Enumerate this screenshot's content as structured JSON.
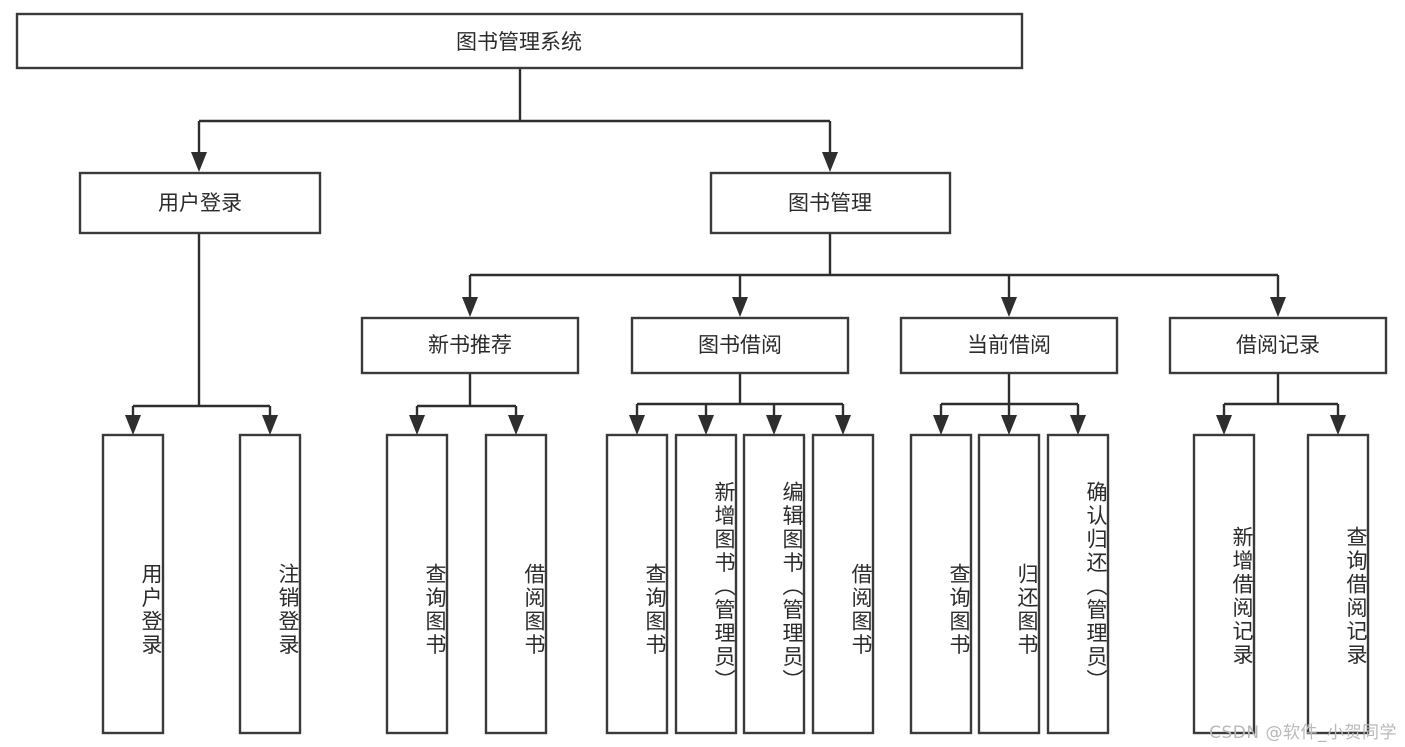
{
  "diagram": {
    "type": "tree",
    "title": "图书管理系统",
    "watermark": "CSDN @软件_小贺同学",
    "colors": {
      "box_stroke": "#3a3a3a",
      "box_fill": "#ffffff",
      "connector": "#2e2e2e",
      "text": "#2b2b2b",
      "watermark": "#b9b9b9",
      "background": "#ffffff"
    },
    "nodes": {
      "root": {
        "label": "图书管理系统",
        "level": 1
      },
      "l2": [
        {
          "label": "用户登录",
          "level": 2
        },
        {
          "label": "图书管理",
          "level": 2
        }
      ],
      "l3": [
        {
          "label": "新书推荐",
          "level": 3
        },
        {
          "label": "图书借阅",
          "level": 3
        },
        {
          "label": "当前借阅",
          "level": 3
        },
        {
          "label": "借阅记录",
          "level": 3
        }
      ],
      "leaves": {
        "user_login": [
          {
            "label": "用户登录"
          },
          {
            "label": "注销登录"
          }
        ],
        "new_book_recommend": [
          {
            "label": "查询图书"
          },
          {
            "label": "借阅图书"
          }
        ],
        "book_borrow": [
          {
            "label": "查询图书"
          },
          {
            "label": "新增图书（管理员）"
          },
          {
            "label": "编辑图书（管理员）"
          },
          {
            "label": "借阅图书"
          }
        ],
        "current_borrow": [
          {
            "label": "查询图书"
          },
          {
            "label": "归还图书"
          },
          {
            "label": "确认归还（管理员）"
          }
        ],
        "borrow_record": [
          {
            "label": "新增借阅记录"
          },
          {
            "label": "查询借阅记录"
          }
        ]
      }
    }
  }
}
